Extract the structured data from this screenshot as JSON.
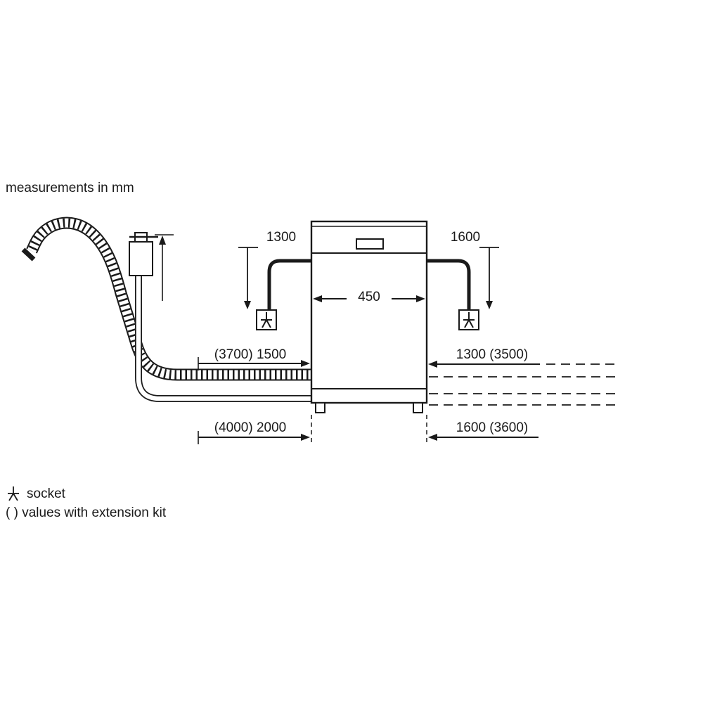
{
  "colors": {
    "ink": "#1a1a1a",
    "bg": "#ffffff"
  },
  "header": {
    "note": "measurements in mm"
  },
  "diagram": {
    "appliance_width": "450",
    "cord_left_length": "1300",
    "cord_right_length": "1600",
    "drain_hose_left": "(3700) 1500",
    "drain_hose_right": "1300 (3500)",
    "supply_hose_left": "(4000) 2000",
    "supply_hose_right": "1600 (3600)"
  },
  "legend": {
    "socket_label": "socket",
    "extension_note": "( ) values with extension kit"
  }
}
